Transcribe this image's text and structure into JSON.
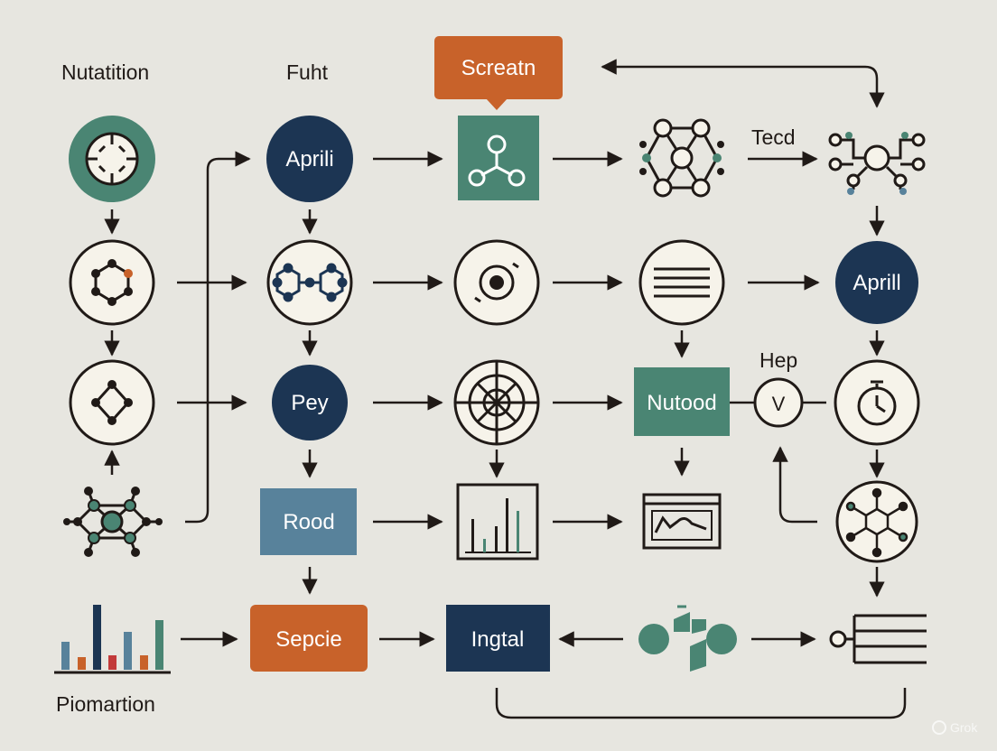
{
  "colors": {
    "background": "#e7e6e0",
    "ink": "#201a17",
    "navy": "#1c3553",
    "teal": "#4a8573",
    "orange": "#c8622a",
    "steel": "#58829b",
    "cream": "#f6f3ea",
    "red": "#c23a3a"
  },
  "labels": {
    "nutatition": "Nutatition",
    "fuht": "Fuht",
    "tecd": "Tecd",
    "hep": "Hep",
    "piomartion": "Piomartion"
  },
  "nodes": {
    "screatn": "Screatn",
    "aprili": "Aprili",
    "aprill": "Aprill",
    "pey": "Pey",
    "nutood": "Nutood",
    "v": "V",
    "rood": "Rood",
    "sepcie": "Sepcie",
    "ingtal": "Ingtal"
  },
  "watermark": "Grok"
}
